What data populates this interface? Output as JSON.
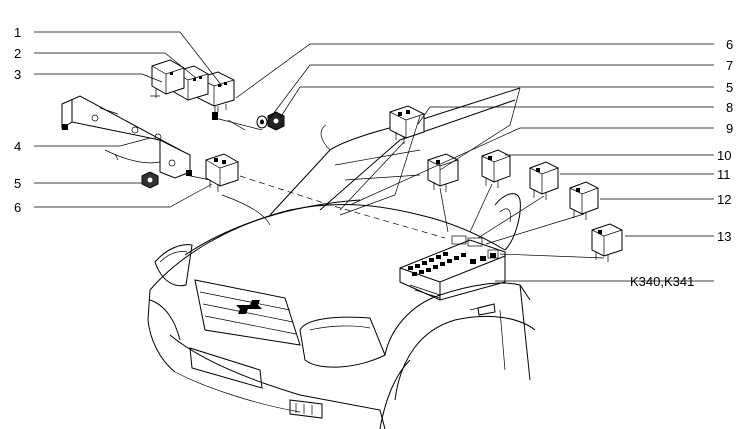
{
  "callouts": {
    "c1": "1",
    "c2": "2",
    "c3": "3",
    "c4": "4",
    "c5_left": "5",
    "c6_left": "6",
    "c6_right": "6",
    "c7": "7",
    "c5_right": "5",
    "c8": "8",
    "c9": "9",
    "c10": "10",
    "c11": "11",
    "c12": "12",
    "c13": "13",
    "fusebox": "K340,K341"
  }
}
